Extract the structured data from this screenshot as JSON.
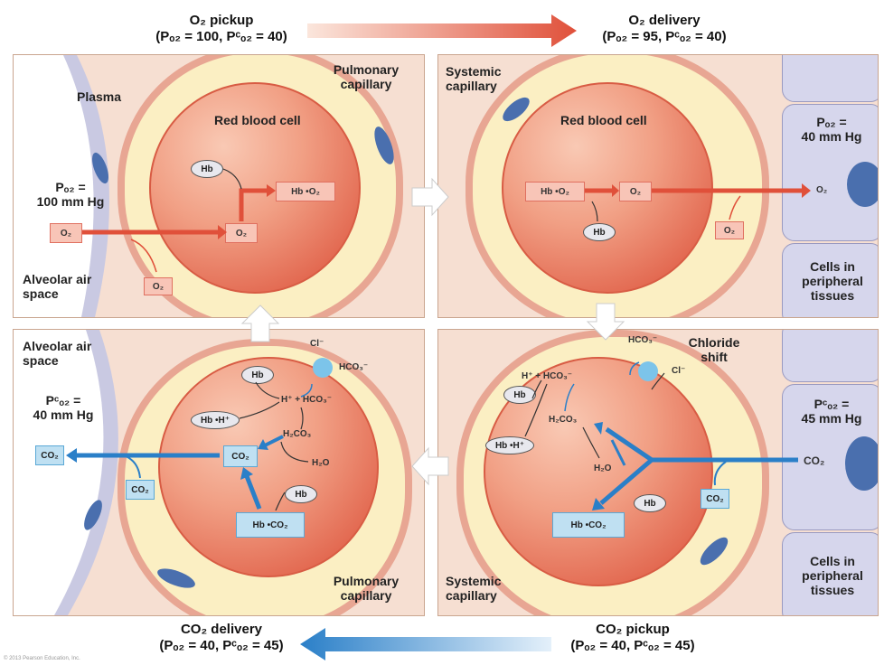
{
  "header": {
    "top_left": {
      "title": "O₂ pickup",
      "sub": "(Pₒ₂ = 100, Pᶜₒ₂ = 40)"
    },
    "top_right": {
      "title": "O₂ delivery",
      "sub": "(Pₒ₂ = 95, Pᶜₒ₂ = 40)"
    },
    "bottom_left": {
      "title": "CO₂ delivery",
      "sub": "(Pₒ₂ = 40, Pᶜₒ₂ = 45)"
    },
    "bottom_right": {
      "title": "CO₂ pickup",
      "sub": "(Pₒ₂ = 40, Pᶜₒ₂ = 45)"
    }
  },
  "panel_tl": {
    "plasma": "Plasma",
    "pulmonary_capillary": "Pulmonary capillary",
    "rbc": "Red blood cell",
    "po2": "Pₒ₂ =",
    "po2_val": "100 mm Hg",
    "alveolar": "Alveolar air space",
    "hb": "Hb",
    "hbo2": "Hb •O₂",
    "o2": "O₂"
  },
  "panel_tr": {
    "systemic_capillary": "Systemic capillary",
    "rbc": "Red blood cell",
    "po2": "Pₒ₂ =",
    "po2_val": "40 mm Hg",
    "cells": "Cells in peripheral tissues",
    "hb": "Hb",
    "hbo2": "Hb •O₂",
    "o2": "O₂"
  },
  "panel_bl": {
    "alveolar": "Alveolar air space",
    "pco2": "Pᶜₒ₂ =",
    "pco2_val": "40 mm Hg",
    "pulmonary_capillary": "Pulmonary capillary",
    "cl": "Cl⁻",
    "hco3": "HCO₃⁻",
    "h_hco3": "H⁺ + HCO₃⁻",
    "h2co3": "H₂CO₃",
    "h2o": "H₂O",
    "hb": "Hb",
    "hbh": "Hb •H⁺",
    "hbco2": "Hb •CO₂",
    "co2": "CO₂"
  },
  "panel_br": {
    "hco3": "HCO₃⁻",
    "chloride_shift": "Chloride shift",
    "cl": "Cl⁻",
    "h_hco3": "H⁺ + HCO₃⁻",
    "h2co3": "H₂CO₃",
    "h2o": "H₂O",
    "pco2": "Pᶜₒ₂ =",
    "pco2_val": "45 mm Hg",
    "systemic_capillary": "Systemic capillary",
    "cells": "Cells in peripheral tissues",
    "hb": "Hb",
    "hbh": "Hb •H⁺",
    "hbco2": "Hb •CO₂",
    "co2": "CO₂"
  },
  "footer": "© 2013 Pearson Education, Inc.",
  "colors": {
    "o2_arrow": "#e0503a",
    "co2_arrow": "#2a7fc8",
    "rbc": "#e8745c",
    "plasma": "#fbefc3",
    "tissue": "#f6dfd2",
    "cells": "#d6d6ec"
  }
}
